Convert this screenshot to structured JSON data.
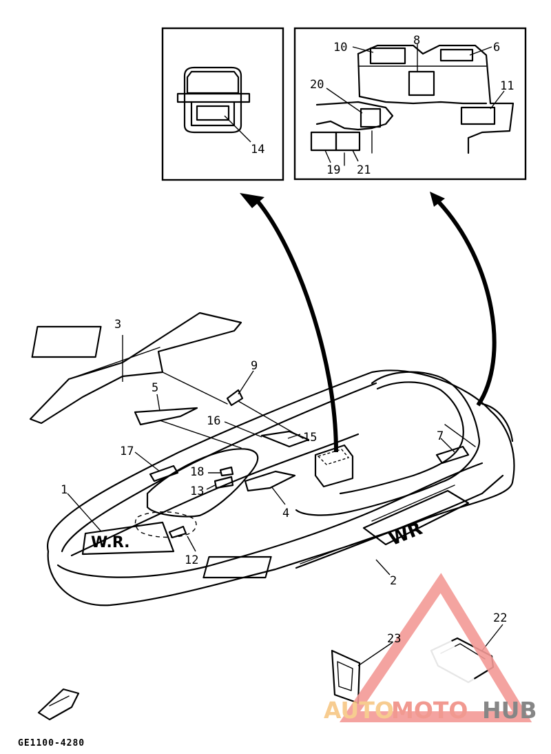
{
  "diagram": {
    "part_code": "GE1100-4280",
    "callouts": [
      "1",
      "2",
      "3",
      "4",
      "5",
      "6",
      "7",
      "8",
      "9",
      "10",
      "11",
      "12",
      "13",
      "14",
      "15",
      "16",
      "17",
      "18",
      "19",
      "20",
      "21",
      "22",
      "23"
    ]
  },
  "watermark": {
    "word_auto": "AUTO",
    "word_moto": "MOTO",
    "word_hub": "HUB",
    "color_auto": "#f7c784",
    "color_moto": "#f08e85",
    "color_hub": "#7a7a7a",
    "triangle_color": "#f39a96"
  },
  "decals": {
    "bow_logo": "W.R.",
    "side_logo": "WR"
  }
}
